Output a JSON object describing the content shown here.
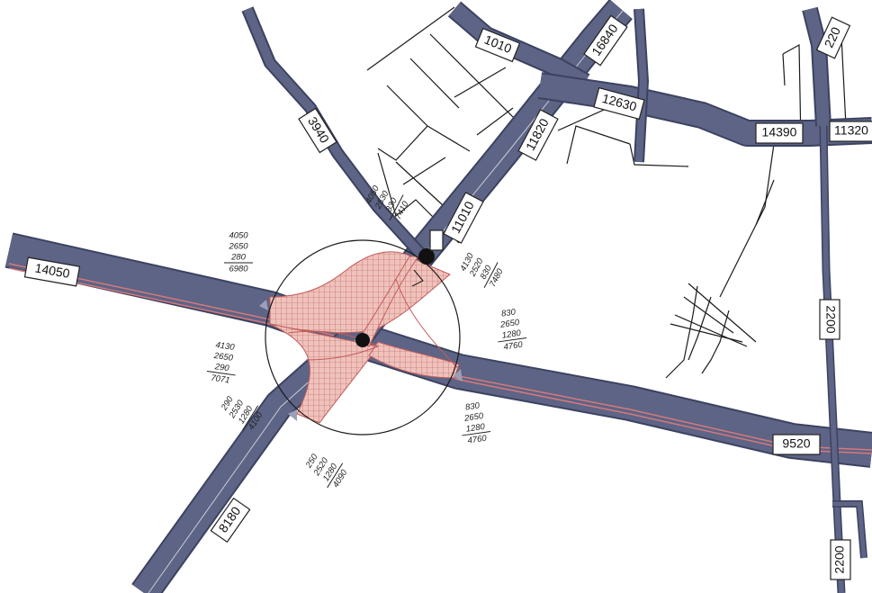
{
  "map": {
    "colors": {
      "road": "#5d6485",
      "road_edge": "#3c4260",
      "centerline": "#d6797b",
      "junction_fill": "#e9b4ad",
      "junction_lines": "#c25b5b",
      "street": "#1a1a1a",
      "background": "#ffffff"
    },
    "road_labels": {
      "west_main": "14050",
      "east_main": "9520",
      "north_diagonal": "11010",
      "north_upper": "11820",
      "north_top": "16840",
      "south_diagonal": "8180",
      "north_west_road": "3940",
      "small_north": "1010",
      "east_upper_a": "12630",
      "east_upper_b": "14390",
      "east_upper_c": "11320",
      "north_east": "220",
      "east_vertical_upper": "2200",
      "east_vertical_lower": "2200"
    },
    "flows": {
      "nw_group": {
        "a": "4050",
        "b": "2650",
        "c": "280",
        "total": "6980"
      },
      "n_group": {
        "a": "4050",
        "b": "2530",
        "c": "830",
        "total": "7410"
      },
      "ne_group": {
        "a": "4130",
        "b": "2520",
        "c": "830",
        "total": "7480"
      },
      "e_group": {
        "a": "830",
        "b": "2650",
        "c": "1280",
        "total": "4760"
      },
      "w_group": {
        "a": "4130",
        "b": "2650",
        "c": "290",
        "total": "7071"
      },
      "sw_group": {
        "a": "290",
        "b": "2530",
        "c": "1280",
        "total": "4100"
      },
      "se_group": {
        "a": "830",
        "b": "2650",
        "c": "1280",
        "total": "4760"
      },
      "s_group": {
        "a": "250",
        "b": "2520",
        "c": "1280",
        "total": "4090"
      }
    }
  }
}
